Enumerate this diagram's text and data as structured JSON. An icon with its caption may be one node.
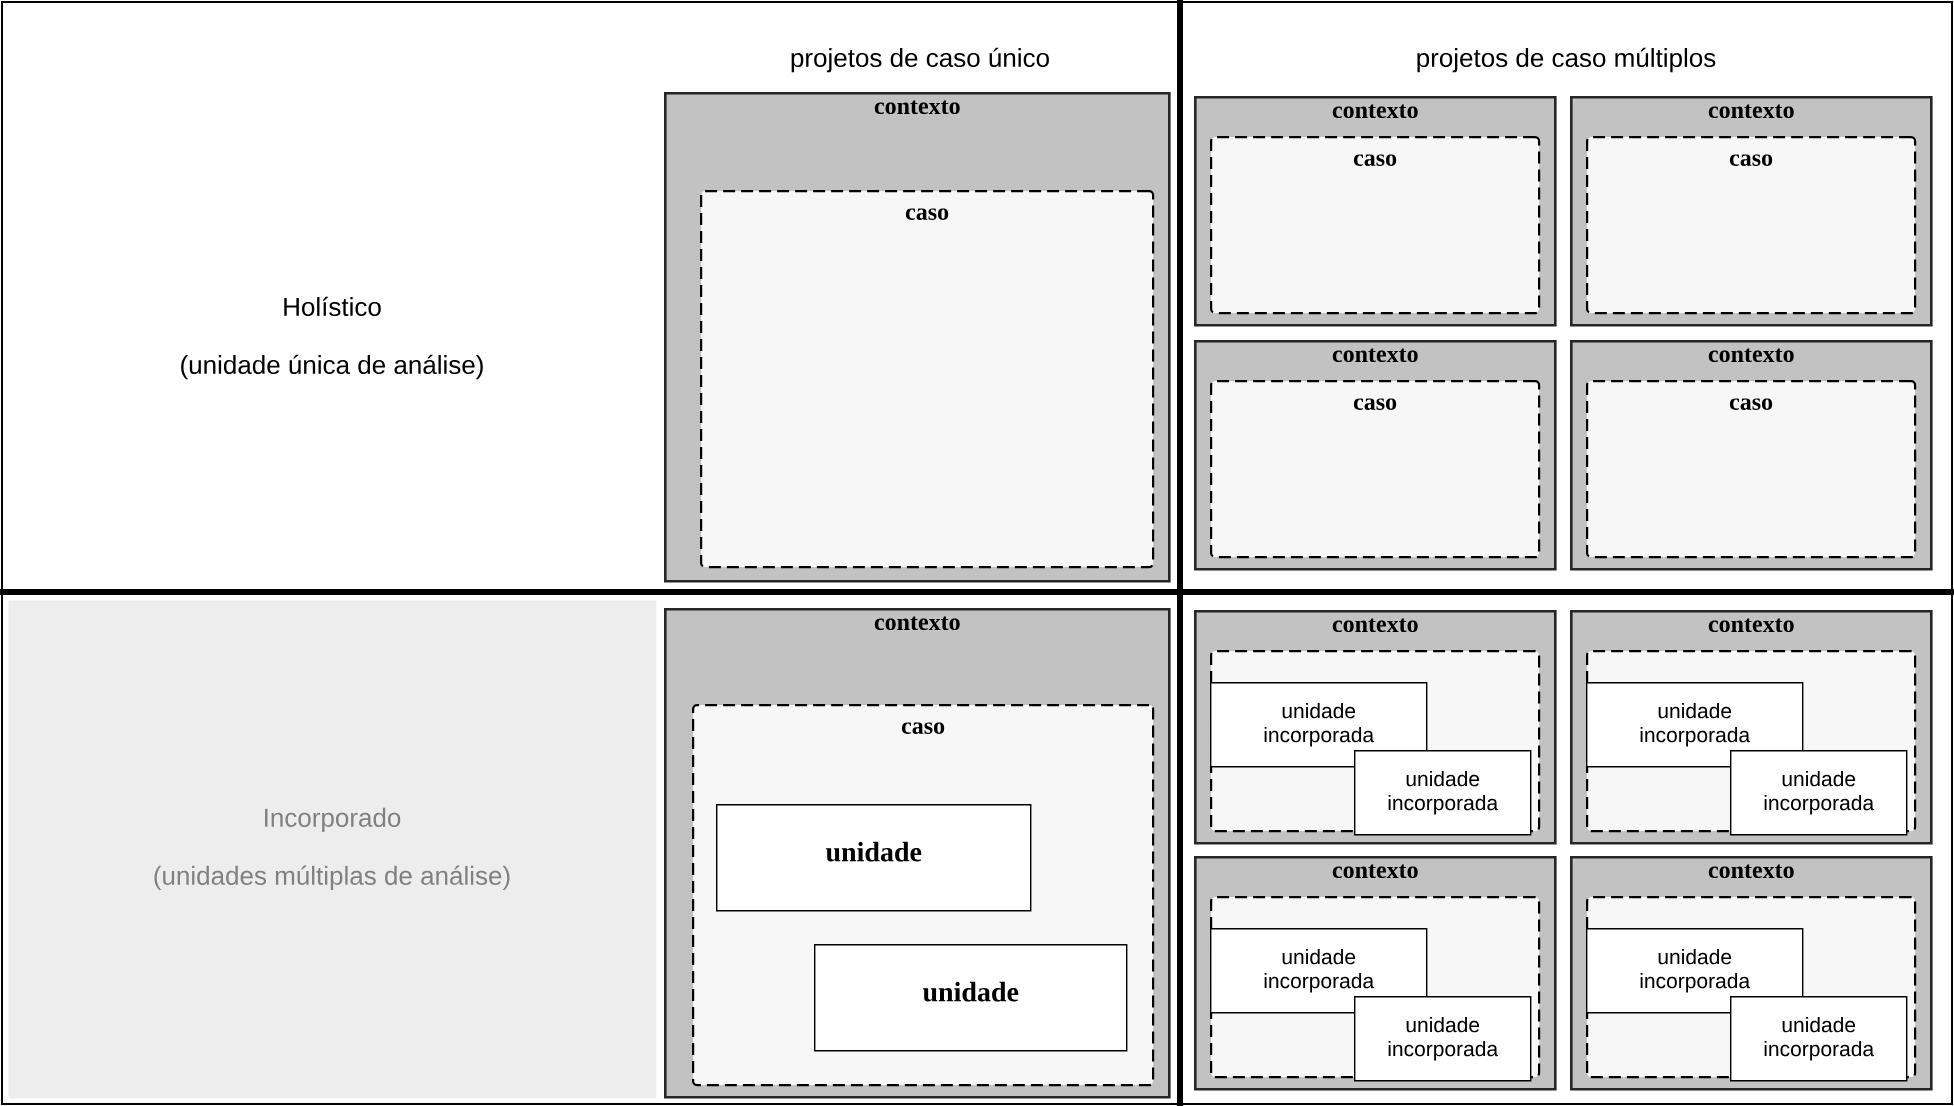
{
  "diagram": {
    "nodes": [
      {
        "text": [
          "Holístico",
          "(unidade única de análise)"
        ]
      },
      {
        "text": [
          "contexto"
        ]
      },
      {
        "text": [
          "caso"
        ],
        "in": 1
      },
      {
        "text": [
          "contexto"
        ]
      },
      {
        "text": [
          "caso"
        ],
        "in": 3
      },
      {
        "text": [
          "contexto"
        ]
      },
      {
        "text": [
          "caso"
        ],
        "in": 5
      },
      {
        "text": [
          "contexto"
        ]
      },
      {
        "text": [
          "caso"
        ],
        "in": 7
      },
      {
        "text": [
          "contexto"
        ]
      },
      {
        "text": [
          "caso"
        ],
        "in": 9
      },
      {
        "text": [
          "Incorporado",
          "(unidades múltiplas de análise)"
        ]
      },
      {
        "text": [
          "contexto"
        ]
      },
      {
        "text": [
          "caso"
        ],
        "in": 12
      },
      {
        "text": [
          "unidade"
        ],
        "in": 13
      },
      {
        "text": [
          "unidade"
        ],
        "in": 13
      },
      {
        "text": [
          "contexto"
        ]
      },
      {
        "text": [],
        "shape": "box",
        "in": 16
      },
      {
        "text": [
          "unidade incorporada"
        ],
        "in": 17
      },
      {
        "text": [
          "unidade incorporada"
        ],
        "in": 17
      },
      {
        "text": [
          "contexto"
        ]
      },
      {
        "text": [],
        "shape": "box",
        "in": 20
      },
      {
        "text": [
          "unidade incorporada"
        ],
        "in": 21
      },
      {
        "text": [
          "unidade incorporada"
        ],
        "in": 21
      },
      {
        "text": [
          "contexto"
        ]
      },
      {
        "text": [],
        "shape": "box",
        "in": 24
      },
      {
        "text": [
          "unidade incorporada"
        ],
        "in": 25
      },
      {
        "text": [
          "unidade incorporada"
        ],
        "in": 25
      },
      {
        "text": [
          "contexto"
        ]
      },
      {
        "text": [],
        "shape": "box",
        "in": 28
      },
      {
        "text": [
          "unidade incorporada"
        ],
        "in": 29
      },
      {
        "text": [
          "unidade incorporada"
        ],
        "in": 29
      }
    ],
    "labels": [
      "projetos de caso único",
      "projetos de caso múltiplos"
    ]
  }
}
